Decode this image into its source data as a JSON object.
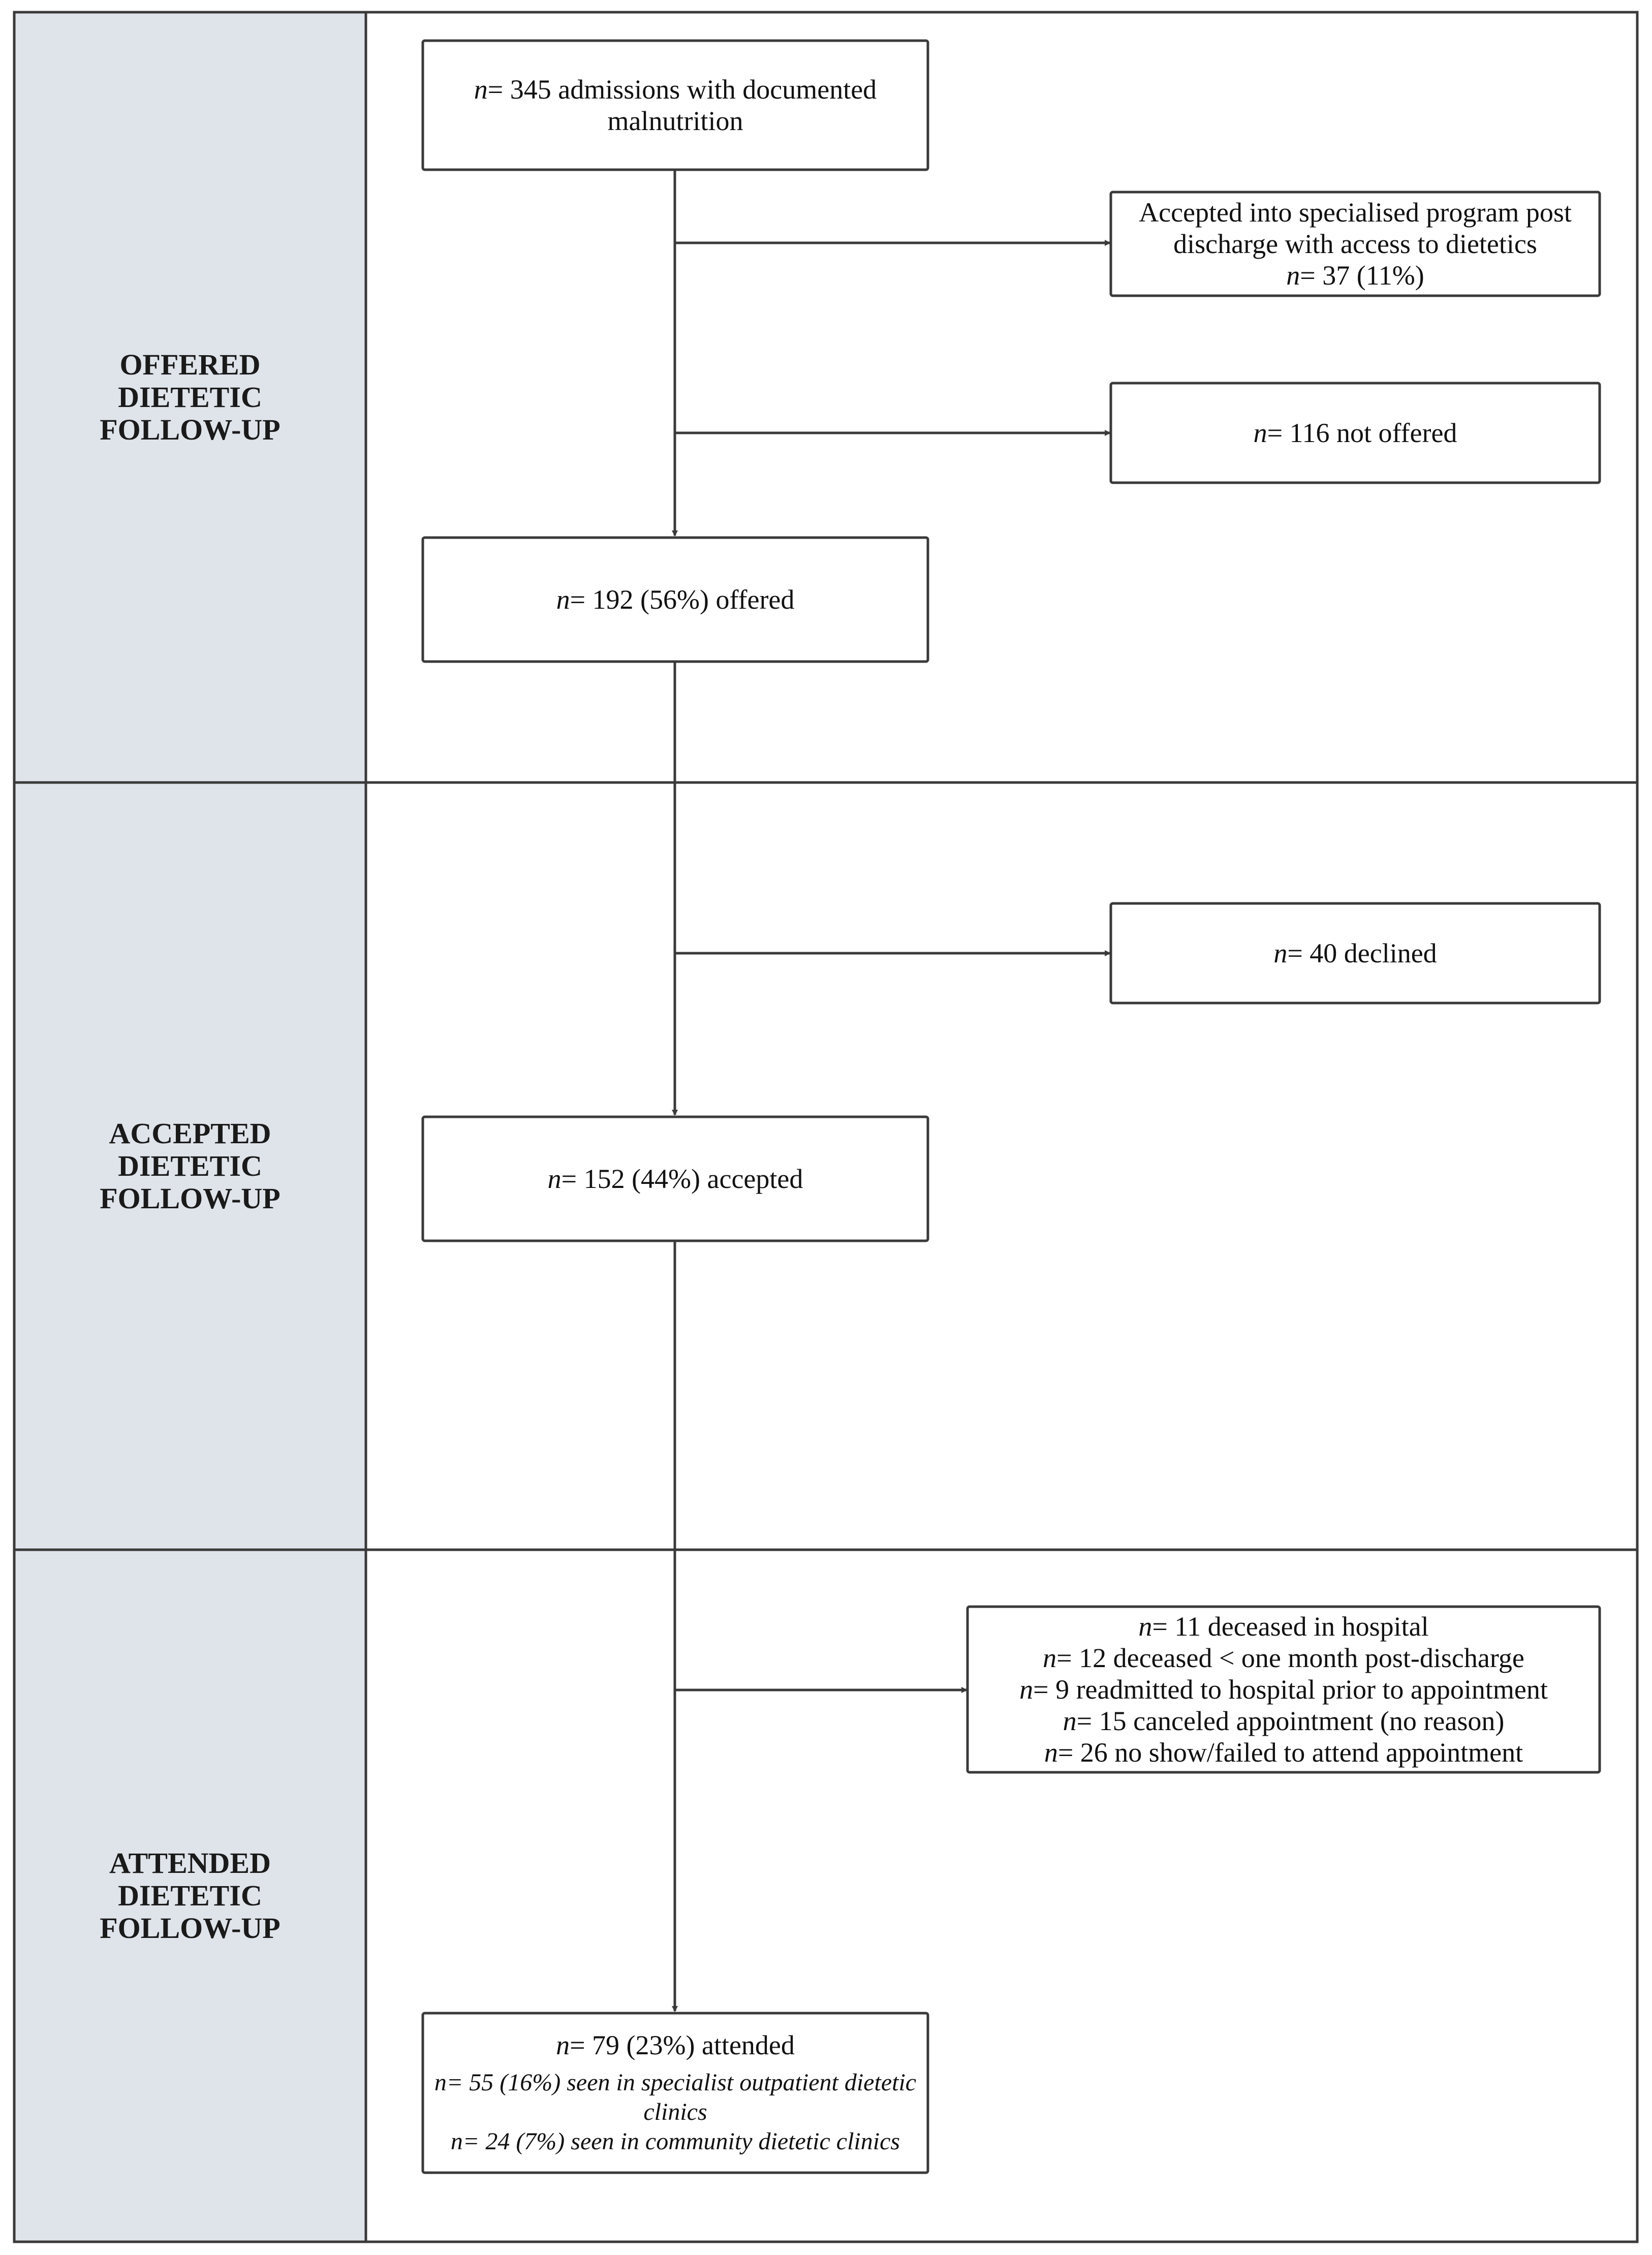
{
  "colors": {
    "stage_fill": "#dfe3ea",
    "border": "#3a3a3a",
    "arrow": "#3a3a3a"
  },
  "stages": [
    {
      "label": "OFFERED DIETETIC FOLLOW-UP"
    },
    {
      "label": "ACCEPTED DIETETIC FOLLOW-UP"
    },
    {
      "label": "ATTENDED DIETETIC FOLLOW-UP"
    }
  ],
  "n_prefix": "n",
  "boxes": {
    "admissions": {
      "text": "= 345 admissions with documented malnutrition"
    },
    "specialised": {
      "line1": "Accepted into specialised program post discharge with access to dietetics",
      "line2": "= 37 (11%)"
    },
    "not_offered": {
      "text": "= 116 not offered"
    },
    "offered": {
      "text": "= 192 (56%) offered"
    },
    "declined": {
      "text": "= 40 declined"
    },
    "accepted": {
      "text": "= 152 (44%) accepted"
    },
    "exclusions": {
      "lines": [
        "= 11 deceased in hospital",
        "= 12 deceased < one month post-discharge",
        "= 9 readmitted to hospital prior to appointment",
        "= 15 canceled appointment (no reason)",
        "= 26 no show/failed to attend appointment"
      ]
    },
    "attended": {
      "main": "= 79 (23%) attended",
      "sub1": "n= 55 (16%) seen in specialist outpatient dietetic clinics",
      "sub2": "n= 24 (7%) seen in community dietetic clinics"
    }
  }
}
